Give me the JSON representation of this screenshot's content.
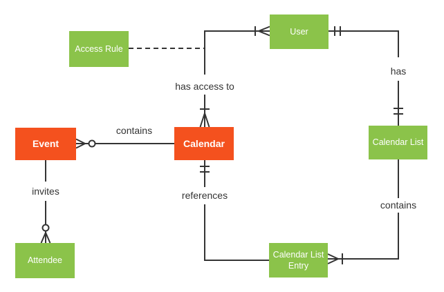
{
  "diagram": {
    "type": "crow's-foot entity-relationship diagram",
    "background": "#FFFFFF"
  },
  "colors": {
    "entity_orange": "#F4511E",
    "entity_green": "#8BC34A",
    "entity_text": "#FFFFFF",
    "connector": "#333333",
    "relationship_text": "#333333"
  },
  "entities": {
    "access_rule": {
      "label": "Access Rule",
      "color": "#8BC34A"
    },
    "user": {
      "label": "User",
      "color": "#8BC34A"
    },
    "event": {
      "label": "Event",
      "color": "#F4511E"
    },
    "calendar": {
      "label": "Calendar",
      "color": "#F4511E"
    },
    "calendar_list": {
      "label": "Calendar List",
      "color": "#8BC34A"
    },
    "calendar_list_entry": {
      "label": "Calendar List Entry",
      "color": "#8BC34A"
    },
    "attendee": {
      "label": "Attendee",
      "color": "#8BC34A"
    }
  },
  "relationships": {
    "calendar_contains_event": {
      "label": "contains",
      "from": "Calendar",
      "to": "Event",
      "cardinality_at_event": "zero-or-many"
    },
    "user_has_access_to_calendar": {
      "label": "has access to",
      "from": "User",
      "to": "Calendar",
      "cardinality_at_user": "one-or-many",
      "cardinality_at_calendar": "one-or-many",
      "associated_entity": "Access Rule (dashed link)"
    },
    "user_has_calendar_list": {
      "label": "has",
      "from": "User",
      "to": "Calendar List",
      "cardinality_at_user": "one-and-only-one",
      "cardinality_at_calendar_list": "one-and-only-one"
    },
    "event_invites_attendee": {
      "label": "invites",
      "from": "Event",
      "to": "Attendee",
      "cardinality_at_attendee": "zero-or-many"
    },
    "entry_references_calendar": {
      "label": "references",
      "from": "Calendar List Entry",
      "to": "Calendar",
      "cardinality_at_calendar": "one-and-only-one"
    },
    "calendar_list_contains_entry": {
      "label": "contains",
      "from": "Calendar List",
      "to": "Calendar List Entry",
      "cardinality_at_entry": "one-or-many"
    }
  }
}
